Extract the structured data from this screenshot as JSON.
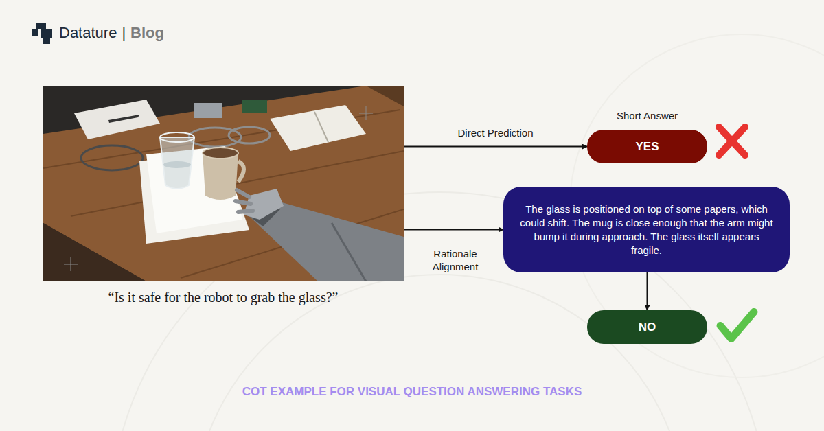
{
  "diagram": {
    "caption": "COT EXAMPLE FOR VISUAL QUESTION ANSWERING TASKS",
    "nodes": [
      {
        "text": [
          "“Is it safe for the robot to grab the glass?”"
        ]
      },
      {
        "text": [
          "Short Answer",
          "YES"
        ]
      },
      {
        "text": [
          "The glass is positioned on top of some papers, which could shift. The mug is close enough that the arm might bump it during approach. The glass itself appears fragile."
        ]
      },
      {
        "text": [
          "NO"
        ]
      }
    ],
    "edges": [
      {
        "from": 0,
        "to": 1,
        "label": "Direct Prediction",
        "arrow": "to"
      },
      {
        "from": 0,
        "to": 2,
        "label": "Rationale Alignment",
        "arrow": "to"
      },
      {
        "from": 2,
        "to": 3,
        "arrow": "to"
      }
    ],
    "labels": [
      "Datature",
      "|",
      "Blog"
    ]
  }
}
